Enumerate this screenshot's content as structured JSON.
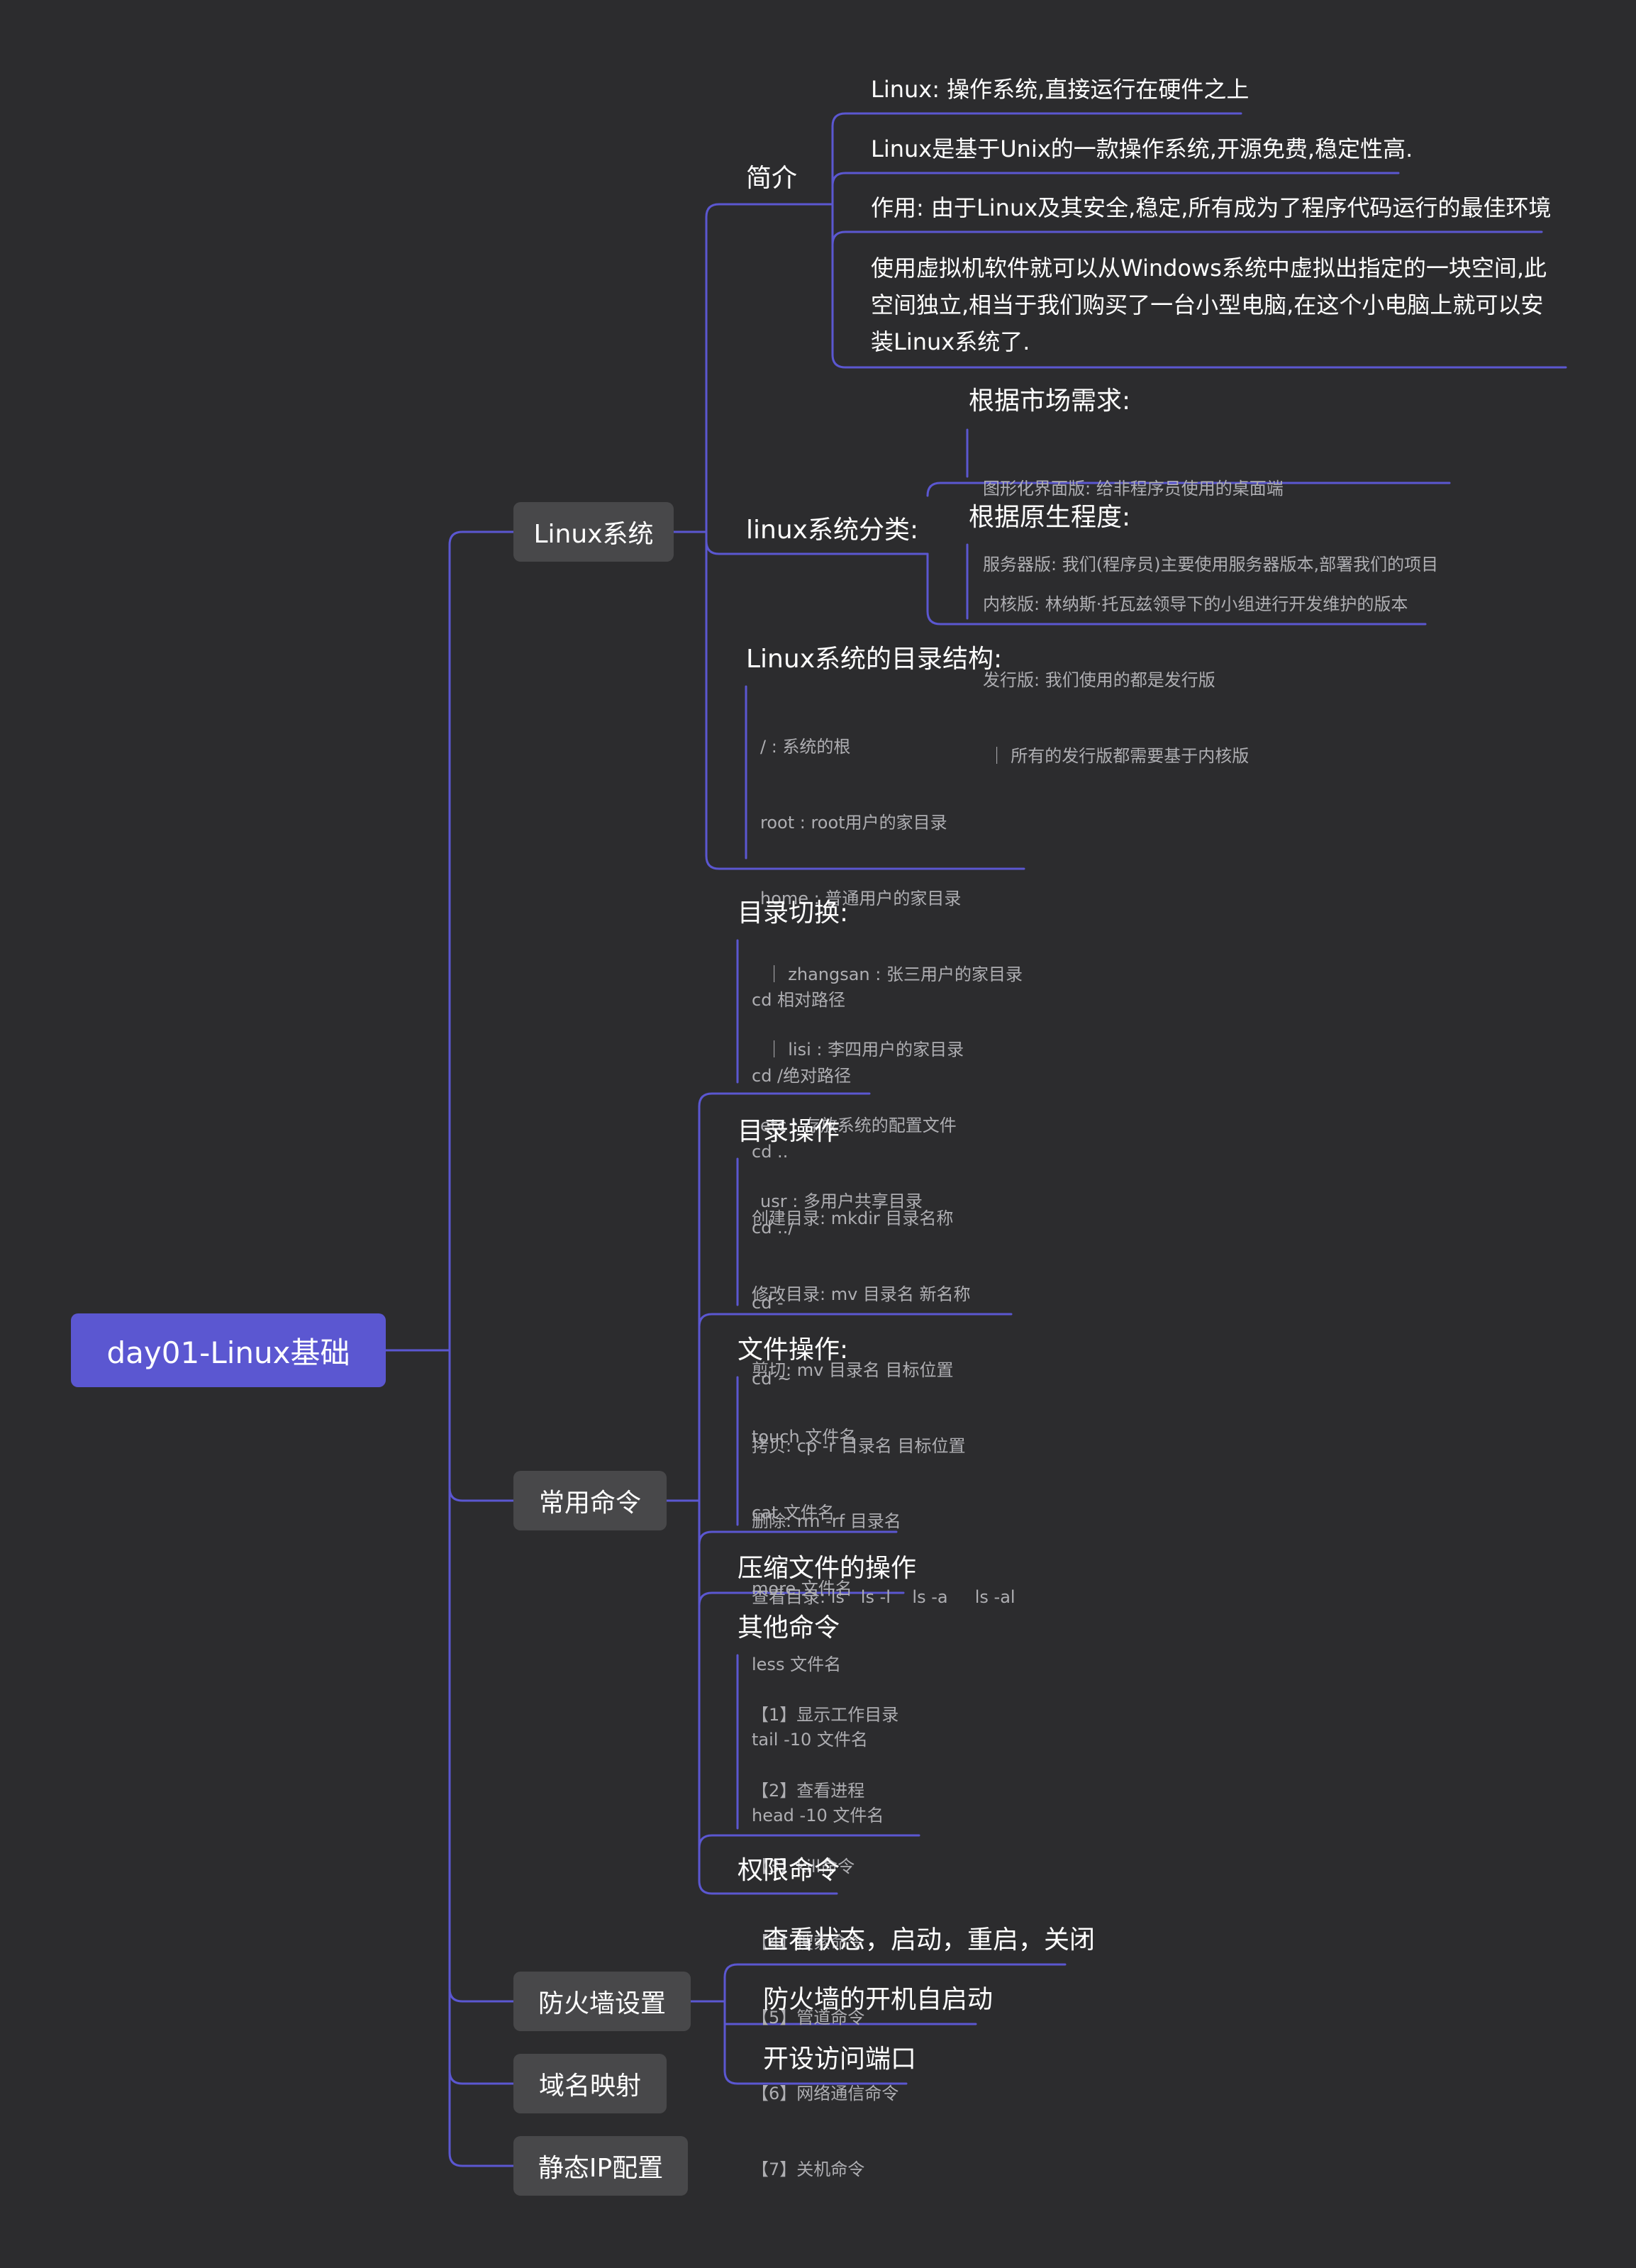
{
  "root": "day01-Linux基础",
  "branches": {
    "linux": {
      "label": "Linux系统",
      "intro": {
        "label": "简介",
        "items": [
          "Linux: 操作系统,直接运行在硬件之上",
          "Linux是基于Unix的一款操作系统,开源免费,稳定性高.",
          "作用: 由于Linux及其安全,稳定,所有成为了程序代码运行的最佳环境",
          "使用虚拟机软件就可以从Windows系统中虚拟出指定的一块空间,此空间独立,相当于我们购买了一台小型电脑,在这个小电脑上就可以安装Linux系统了."
        ]
      },
      "classify": {
        "label": "linux系统分类:",
        "market": {
          "label": "根据市场需求:",
          "notes": [
            "图形化界面版: 给非程序员使用的桌面端",
            "服务器版: 我们(程序员)主要使用服务器版本,部署我们的项目"
          ]
        },
        "origin": {
          "label": "根据原生程度:",
          "notes": [
            "内核版: 林纳斯·托瓦兹领导下的小组进行开发维护的版本",
            "发行版: 我们使用的都是发行版",
            " ｜ 所有的发行版都需要基于内核版"
          ]
        }
      },
      "dirs": {
        "label": "Linux系统的目录结构:",
        "notes": [
          "/ : 系统的根",
          "root : root用户的家目录",
          "home : 普通用户的家目录",
          " ｜ zhangsan : 张三用户的家目录",
          " ｜ lisi : 李四用户的家目录",
          "etc : 存放系统的配置文件",
          "usr : 多用户共享目录"
        ]
      }
    },
    "commands": {
      "label": "常用命令",
      "cd": {
        "label": "目录切换:",
        "notes": [
          "cd 相对路径",
          "cd /绝对路径",
          "cd ..",
          "cd ../",
          "cd -",
          "cd ~"
        ]
      },
      "dirops": {
        "label": "目录操作",
        "notes": [
          "创建目录: mkdir 目录名称",
          "修改目录: mv 目录名 新名称",
          "剪切: mv 目录名 目标位置",
          "拷贝: cp -r 目录名 目标位置",
          "删除: rm -rf 目录名",
          "查看目录: ls   ls -l    ls -a     ls -al"
        ]
      },
      "fileops": {
        "label": "文件操作:",
        "notes": [
          "touch 文件名",
          "cat 文件名",
          "more 文件名",
          "less 文件名",
          "tail -10 文件名",
          "head -10 文件名"
        ]
      },
      "zip": {
        "label": "压缩文件的操作"
      },
      "other": {
        "label": "其他命令",
        "notes": [
          "【1】显示工作目录",
          "【2】查看进程",
          "【3】kill命令",
          "【4】搜索命令",
          "【5】管道命令",
          "【6】网络通信命令",
          "【7】关机命令"
        ]
      },
      "perm": {
        "label": "权限命令"
      }
    },
    "firewall": {
      "label": "防火墙设置",
      "items": [
        "查看状态，启动，重启，关闭",
        "防火墙的开机自启动",
        "开设访问端口"
      ]
    },
    "dns": {
      "label": "域名映射"
    },
    "ip": {
      "label": "静态IP配置"
    }
  },
  "colors": {
    "background": "#2c2c2e",
    "link": "#5b57d1",
    "root_fill": "#5b57d1",
    "node_fill": "#48484a",
    "note_text": "#aeaeb2"
  }
}
